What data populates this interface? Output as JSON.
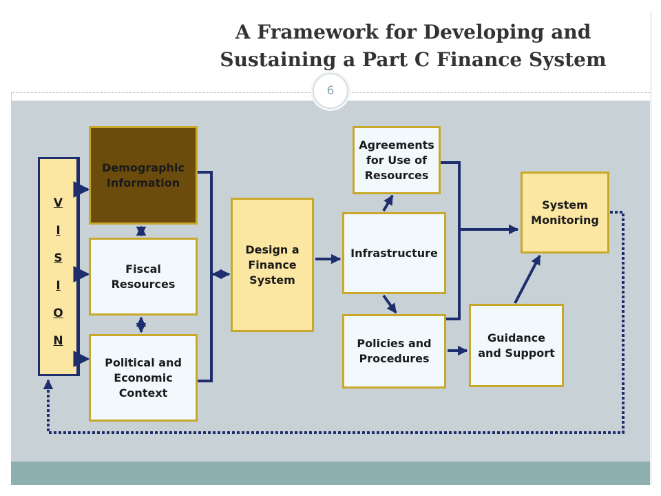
{
  "slide": {
    "title_line1": "A Framework for Developing and",
    "title_line2": "Sustaining a Part C Finance System",
    "page_number": "6"
  },
  "diagram": {
    "vision_letters": [
      "V",
      "I",
      "S",
      "I",
      "O",
      "N"
    ],
    "boxes": {
      "demographic": "Demographic\nInformation",
      "fiscal": "Fiscal\nResources",
      "political": "Political and\nEconomic\nContext",
      "design": "Design a\nFinance\nSystem",
      "agreements": "Agreements\nfor Use of\nResources",
      "infrastructure": "Infrastructure",
      "policies": "Policies and\nProcedures",
      "guidance": "Guidance\nand Support",
      "monitoring": "System\nMonitoring"
    },
    "colors": {
      "arrow_navy": "#1e2d6e",
      "box_border_gold": "#c8a82b",
      "box_fill_light": "#f1f9fc",
      "box_fill_yellow": "#fbe6a2",
      "box_fill_brown": "#6b4c0c",
      "panel_gray": "#c7d1d6",
      "footer_teal": "#8dafb0"
    }
  }
}
